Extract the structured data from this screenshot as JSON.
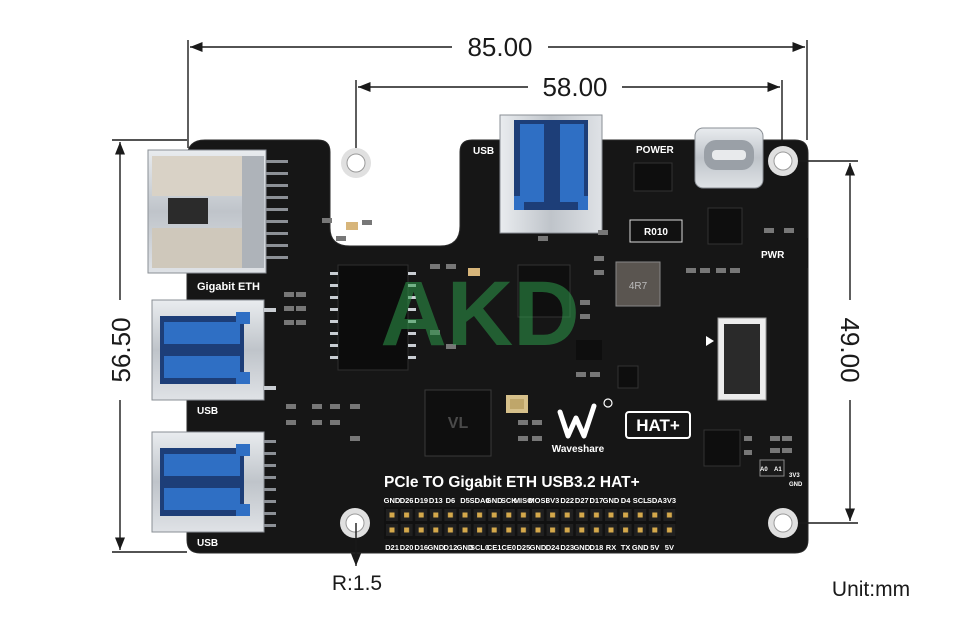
{
  "dimensions": {
    "overall_width": "85.00",
    "hole_spacing_x": "58.00",
    "overall_height": "56.50",
    "hole_spacing_y": "49.00",
    "hole_radius": "R:1.5",
    "unit": "Unit:mm"
  },
  "board": {
    "title": "PCIe TO Gigabit ETH USB3.2 HAT+",
    "brand": "Waveshare",
    "hat_badge": "HAT+",
    "watermark": "AKD",
    "labels": {
      "usb_top": "USB",
      "power": "POWER",
      "pwr_led": "PWR",
      "eth": "Gigabit ETH",
      "usb_mid": "USB",
      "usb_bottom": "USB",
      "resistor": "R010",
      "inductor": "4R7",
      "a0": "A0",
      "a1": "A1",
      "v33": "3V3",
      "gnd": "GND"
    },
    "gpio_top_labels": [
      "GND",
      "D26",
      "D19",
      "D13",
      "D6",
      "D5",
      "SDA0",
      "GND",
      "SCK",
      "MISO",
      "MOSI",
      "3V3",
      "D22",
      "D27",
      "D17",
      "GND",
      "D4",
      "SCL",
      "SDA",
      "3V3"
    ],
    "gpio_bottom_labels": [
      "D21",
      "D20",
      "D16",
      "GND",
      "D12",
      "GND",
      "SCL0",
      "CE1",
      "CE0",
      "D25",
      "GND",
      "D24",
      "D23",
      "GND",
      "D18",
      "RX",
      "TX",
      "GND",
      "5V",
      "5V"
    ]
  },
  "colors": {
    "pcb": "#161616",
    "silk": "#ffffff",
    "metal": "#c9cdd2",
    "usb_blue": "#2f6fc4",
    "gold": "#d4a84b",
    "watermark": "#2e9a4a"
  },
  "icons": {
    "brand_logo": "waveshare-logo-icon"
  }
}
